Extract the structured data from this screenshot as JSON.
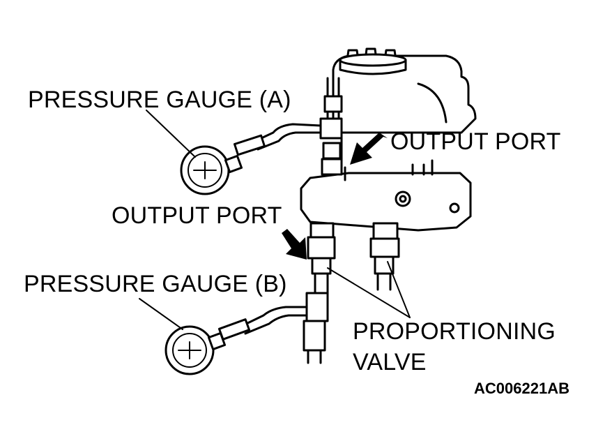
{
  "labels": {
    "gauge_a": "PRESSURE GAUGE (A)",
    "gauge_b": "PRESSURE GAUGE (B)",
    "output_port_right": "OUTPUT PORT",
    "output_port_left": "OUTPUT PORT",
    "proportioning_line1": "PROPORTIONING",
    "proportioning_line2": "VALVE",
    "figure_code": "AC006221AB"
  },
  "colors": {
    "ink": "#000000",
    "background": "#ffffff"
  }
}
